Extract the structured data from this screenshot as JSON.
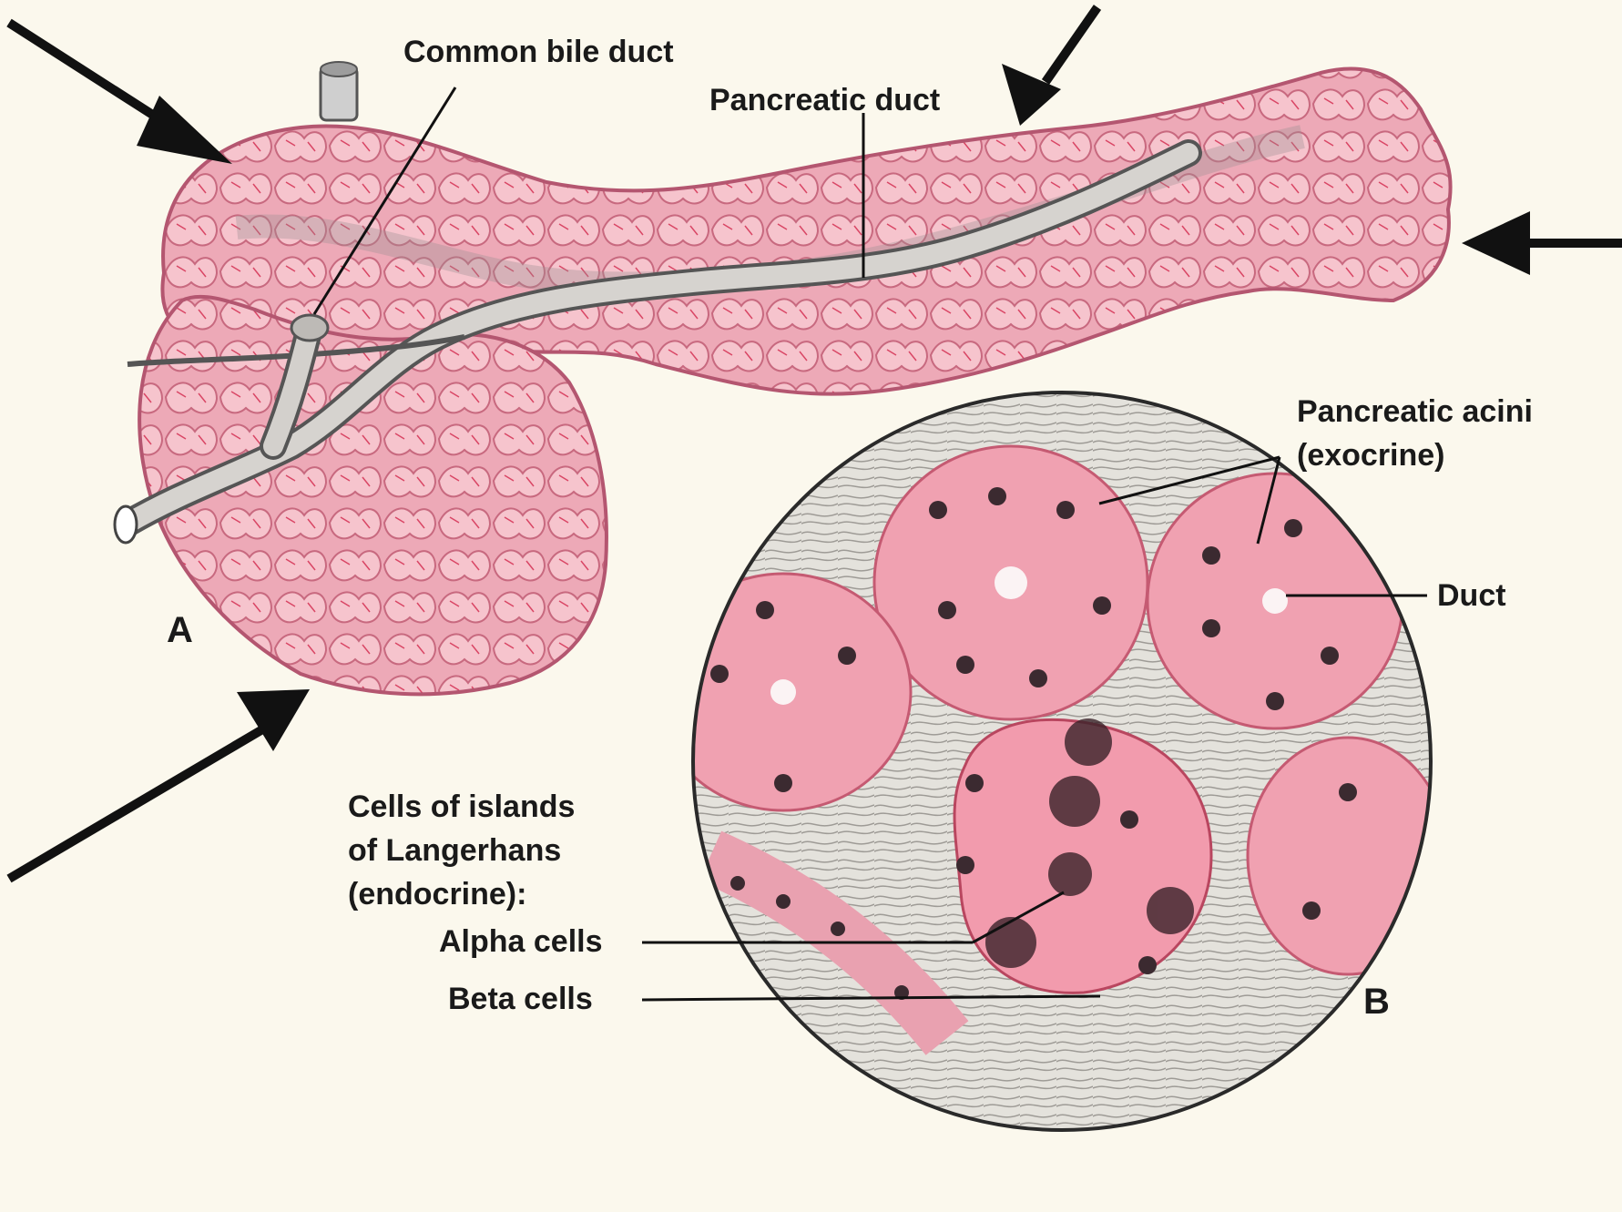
{
  "labels": {
    "common_bile_duct": "Common bile duct",
    "pancreatic_duct": "Pancreatic duct",
    "pancreatic_acini_line1": "Pancreatic acini",
    "pancreatic_acini_line2": "(exocrine)",
    "duct": "Duct",
    "islands_line1": "Cells of islands",
    "islands_line2": "of Langerhans",
    "islands_line3": "(endocrine):",
    "alpha_cells": "Alpha cells",
    "beta_cells": "Beta cells",
    "panel_a": "A",
    "panel_b": "B"
  },
  "colors": {
    "background": "#fbf8ed",
    "tissue": "#eba9b6",
    "tissue_dark": "#c85d78",
    "cell_fill": "#f2a7b5",
    "nucleus": "#3b2a30",
    "connective": "#c9c6c0",
    "arrow": "#111111"
  }
}
